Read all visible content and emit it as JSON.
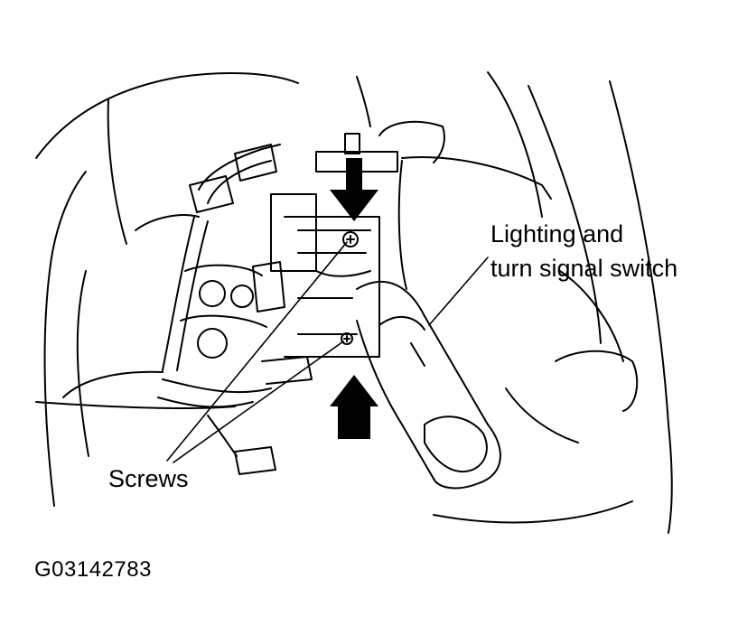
{
  "callouts": {
    "switch_line1": "Lighting and",
    "switch_line2": "turn signal switch",
    "screws": "Screws"
  },
  "figure_id": "G03142783",
  "colors": {
    "ink": "#000000",
    "paper": "#ffffff"
  }
}
